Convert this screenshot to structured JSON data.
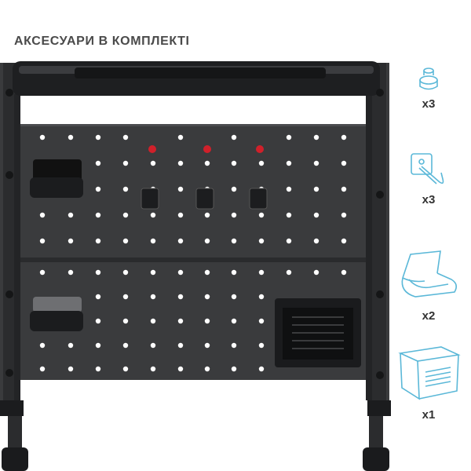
{
  "title": "АКСЕСУАРИ В КОМПЛЕКТІ",
  "colors": {
    "frame": "#2b2c2e",
    "panel": "#3a3b3d",
    "accent_line": "#5bb8d8",
    "pin_red": "#d0202a"
  },
  "accessories": [
    {
      "icon": "knob-icon",
      "qty": "x3"
    },
    {
      "icon": "hook-icon",
      "qty": "x3"
    },
    {
      "icon": "holder-icon",
      "qty": "x2"
    },
    {
      "icon": "basket-icon",
      "qty": "x1"
    }
  ]
}
